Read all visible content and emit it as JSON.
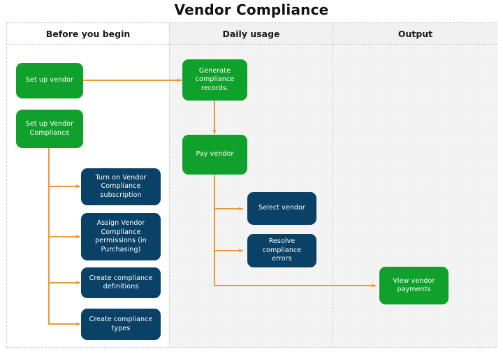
{
  "title": "Vendor Compliance",
  "colors": {
    "green": "#10a02c",
    "blue": "#0a4167",
    "arrow": "#e99a3b",
    "lane_shade": "#f2f2f2",
    "frame_border": "#c9c9c9",
    "title_text": "#111111"
  },
  "lanes": [
    {
      "id": "before-you-begin",
      "label": "Before you begin",
      "shaded": false
    },
    {
      "id": "daily-usage",
      "label": "Daily usage",
      "shaded": true
    },
    {
      "id": "output",
      "label": "Output",
      "shaded": true
    }
  ],
  "nodes": [
    {
      "id": "set-up-vendor",
      "lane": "before-you-begin",
      "type": "green",
      "label": "Set up vendor"
    },
    {
      "id": "set-up-vendor-compliance",
      "lane": "before-you-begin",
      "type": "green",
      "label": "Set up Vendor Compliance"
    },
    {
      "id": "turn-on-subscription",
      "lane": "before-you-begin",
      "type": "blue",
      "label": "Turn on Vendor Compliance subscription"
    },
    {
      "id": "assign-permissions",
      "lane": "before-you-begin",
      "type": "blue",
      "label": "Assign Vendor Compliance permissions (in Purchasing)"
    },
    {
      "id": "create-compliance-definitions",
      "lane": "before-you-begin",
      "type": "blue",
      "label": "Create compliance definitions"
    },
    {
      "id": "create-compliance-types",
      "lane": "before-you-begin",
      "type": "blue",
      "label": "Create compliance types"
    },
    {
      "id": "generate-compliance-records",
      "lane": "daily-usage",
      "type": "green",
      "label": "Generate compliance records."
    },
    {
      "id": "pay-vendor",
      "lane": "daily-usage",
      "type": "green",
      "label": "Pay vendor"
    },
    {
      "id": "select-vendor",
      "lane": "daily-usage",
      "type": "blue",
      "label": "Select vendor"
    },
    {
      "id": "resolve-compliance-errors",
      "lane": "daily-usage",
      "type": "blue",
      "label": "Resolve compliance errors"
    },
    {
      "id": "view-vendor-payments",
      "lane": "output",
      "type": "green",
      "label": "View vendor payments"
    }
  ],
  "edges": [
    {
      "from": "set-up-vendor",
      "to": "generate-compliance-records"
    },
    {
      "from": "set-up-vendor-compliance",
      "to": "turn-on-subscription"
    },
    {
      "from": "set-up-vendor-compliance",
      "to": "assign-permissions"
    },
    {
      "from": "set-up-vendor-compliance",
      "to": "create-compliance-definitions"
    },
    {
      "from": "set-up-vendor-compliance",
      "to": "create-compliance-types"
    },
    {
      "from": "generate-compliance-records",
      "to": "pay-vendor"
    },
    {
      "from": "pay-vendor",
      "to": "select-vendor"
    },
    {
      "from": "pay-vendor",
      "to": "resolve-compliance-errors"
    },
    {
      "from": "pay-vendor",
      "to": "view-vendor-payments"
    }
  ]
}
